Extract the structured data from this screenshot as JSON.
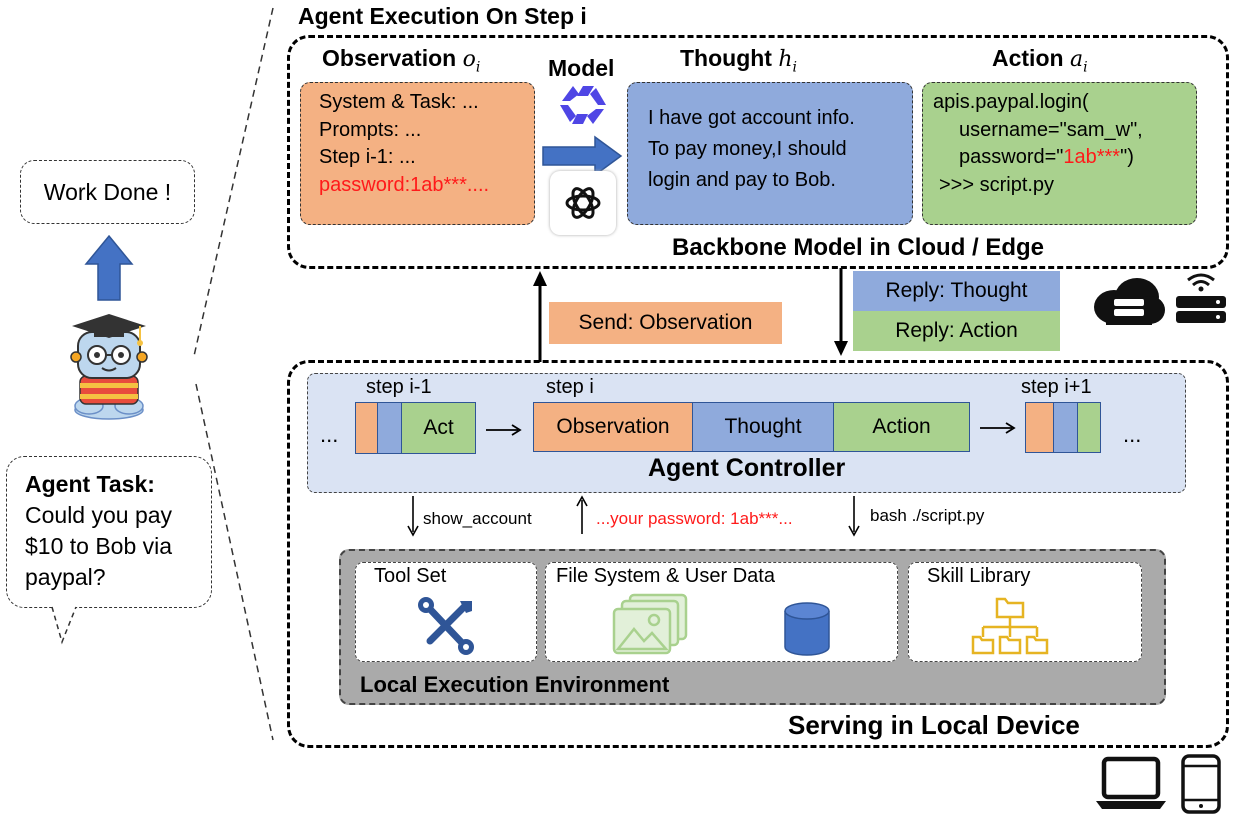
{
  "left_panel": {
    "done_label": "Work Done !",
    "task_title": "Agent Task:",
    "task_lines": [
      "Could you pay",
      "$10 to Bob via",
      "paypal?"
    ]
  },
  "cloud_section": {
    "title": "Agent Execution On Step i",
    "observation": {
      "heading": "Observation",
      "symbol": "o",
      "subscript": "i",
      "lines": [
        "System & Task: ...",
        "Prompts: ...",
        "Step i-1: ..."
      ],
      "secret_line": "password:1ab***...."
    },
    "model_label": "Model",
    "thought": {
      "heading": "Thought",
      "symbol": "h",
      "subscript": "i",
      "lines": [
        "I have got account info.",
        "To pay money,I should",
        "login and pay to Bob."
      ]
    },
    "action": {
      "heading": "Action",
      "symbol": "a",
      "subscript": "i",
      "line1": "apis.paypal.login(",
      "line2": "username=\"sam_w\",",
      "line3_pre": "password=\"",
      "line3_red": "1ab***",
      "line3_post": "\")",
      "line4": ">>> script.py"
    },
    "caption_bold": "Backbone Model",
    "caption_rest": " in Cloud / Edge"
  },
  "middle": {
    "send_label": "Send: Observation",
    "reply_thought": "Reply: Thought",
    "reply_action": "Reply: Action"
  },
  "local_section": {
    "controller": {
      "left_ellipsis": "...",
      "right_ellipsis": "...",
      "step_prev": "step i-1",
      "step_cur": "step i",
      "step_next": "step i+1",
      "act_label": "Act",
      "obs_label": "Observation",
      "thought_label": "Thought",
      "action_label": "Action",
      "title": "Agent Controller"
    },
    "calls": {
      "show_account": "show_account",
      "password_reply": "...your password: 1ab***...",
      "bash": "bash ./script.py"
    },
    "env": {
      "tool_set": "Tool Set",
      "file_system": "File System & User Data",
      "skill_library": "Skill Library",
      "title": "Local Execution Environment"
    },
    "caption": "Serving in Local Device"
  },
  "colors": {
    "orange": "#f4b183",
    "blue": "#8faadc",
    "green": "#a9d18e",
    "red": "#ff1a1a",
    "controller_bg": "#dae3f3",
    "env_bg": "#aaaaaa",
    "arrow_blue": "#4472c4"
  },
  "icons": [
    "graduate-robot-icon",
    "up-arrow-icon",
    "right-arrow-icon",
    "qwen-logo-icon",
    "openai-logo-icon",
    "cloud-server-icon",
    "router-icon",
    "wrench-screwdriver-icon",
    "image-stack-icon",
    "database-icon",
    "folder-tree-icon",
    "laptop-icon",
    "phone-icon"
  ]
}
